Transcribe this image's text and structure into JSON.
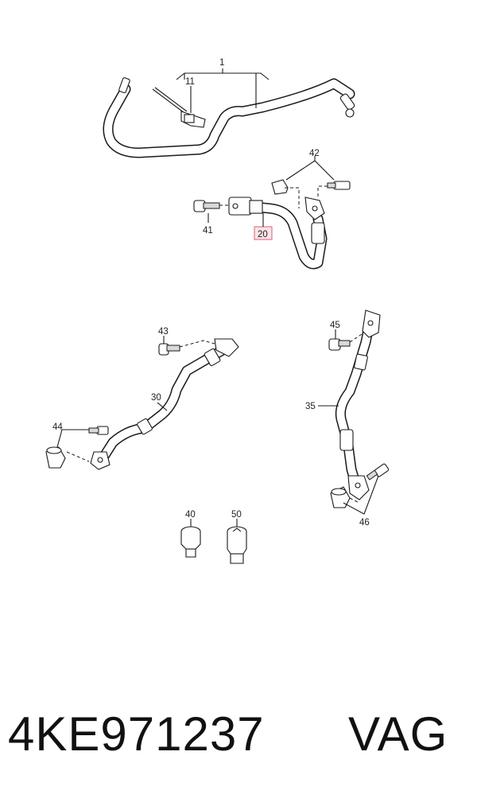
{
  "diagram": {
    "callouts": [
      {
        "id": "1",
        "label": "1"
      },
      {
        "id": "11",
        "label": "11"
      },
      {
        "id": "42",
        "label": "42"
      },
      {
        "id": "41",
        "label": "41"
      },
      {
        "id": "20",
        "label": "20",
        "highlighted": true
      },
      {
        "id": "43",
        "label": "43"
      },
      {
        "id": "45",
        "label": "45"
      },
      {
        "id": "30",
        "label": "30"
      },
      {
        "id": "35",
        "label": "35"
      },
      {
        "id": "44",
        "label": "44"
      },
      {
        "id": "46",
        "label": "46"
      },
      {
        "id": "40",
        "label": "40"
      },
      {
        "id": "50",
        "label": "50"
      }
    ],
    "highlight_color": "#e07a8a"
  },
  "footer": {
    "part_number": "4KE971237",
    "brand": "VAG"
  }
}
